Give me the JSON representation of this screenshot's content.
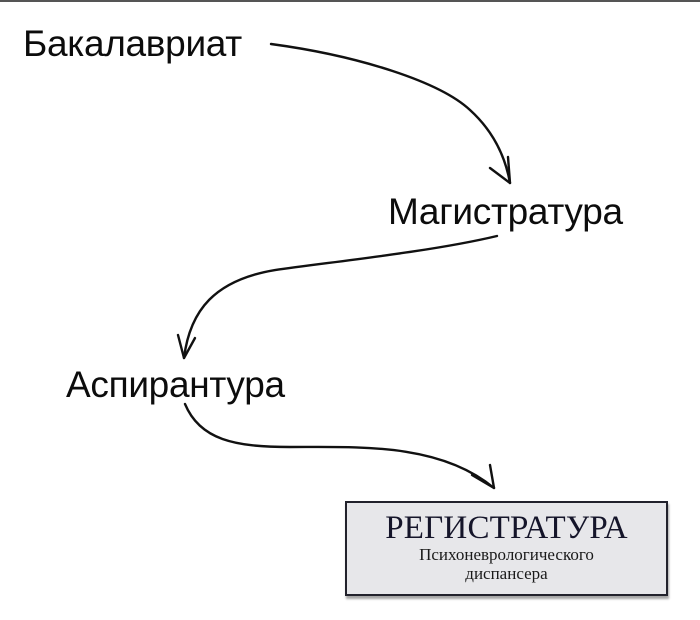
{
  "diagram": {
    "stages": [
      {
        "label": "Бакалавриат"
      },
      {
        "label": "Магистратура"
      },
      {
        "label": "Аспирантура"
      }
    ],
    "sign": {
      "title": "РЕГИСТРАТУРА",
      "subtitle_line1": "Психоневрологического",
      "subtitle_line2": "диспансера"
    },
    "arrows": [
      {
        "from": "Бакалавриат",
        "to": "Магистратура"
      },
      {
        "from": "Магистратура",
        "to": "Аспирантура"
      },
      {
        "from": "Аспирантура",
        "to": "РЕГИСТРАТУРА"
      }
    ],
    "colors": {
      "text": "#0c0c0c",
      "arrow": "#111111",
      "sign_fill": "#e7e7ea",
      "sign_border": "#22222c",
      "sign_text": "#15152a"
    }
  }
}
